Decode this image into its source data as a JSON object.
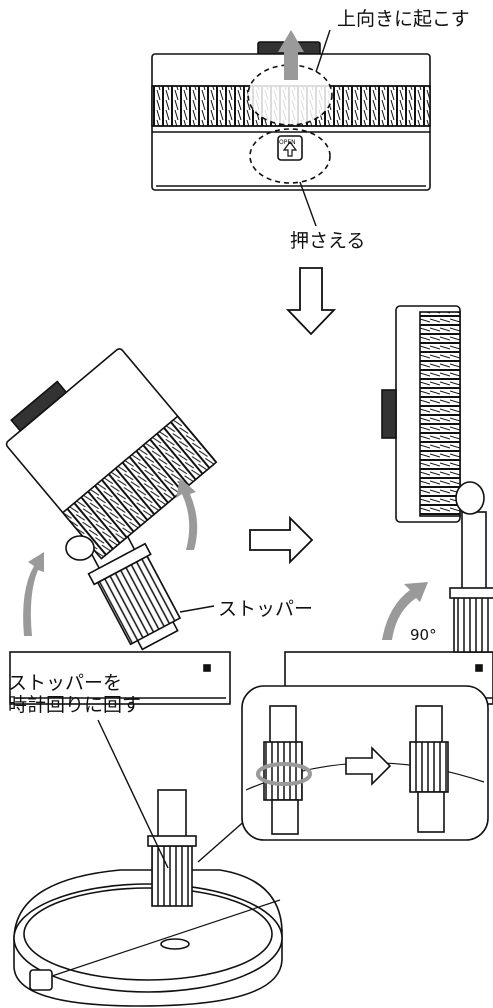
{
  "labels": {
    "lift_up": "上向きに起こす",
    "press": "押さえる",
    "stopper": "ストッパー",
    "angle": "90°",
    "rotate_line1": "ストッパーを",
    "rotate_line2": "時計回りに回す",
    "open_badge": "OPEN"
  },
  "colors": {
    "line": "#111111",
    "arrow_gray": "#9a9a9a",
    "background": "#ffffff"
  },
  "icons": [
    "down-arrow-icon",
    "right-arrow-icon",
    "curved-arrow-icon",
    "up-arrow-icon"
  ]
}
